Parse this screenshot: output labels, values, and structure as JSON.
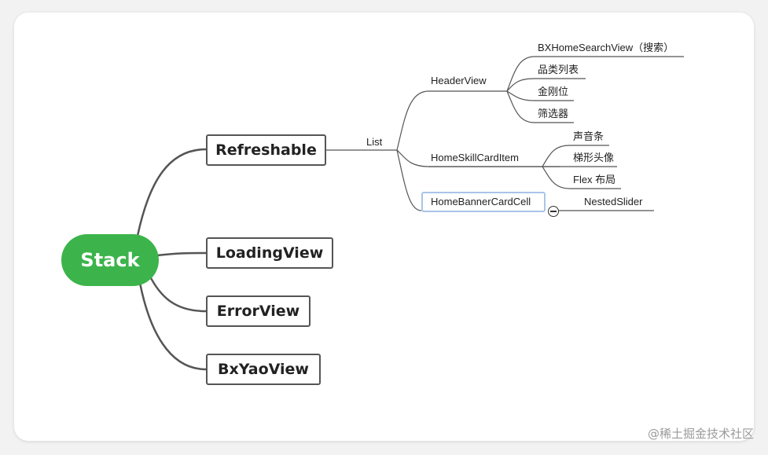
{
  "root": {
    "label": "Stack"
  },
  "branches": [
    {
      "label": "Refreshable"
    },
    {
      "label": "LoadingView"
    },
    {
      "label": "ErrorView"
    },
    {
      "label": "BxYaoView"
    }
  ],
  "list": {
    "label": "List",
    "children": [
      {
        "label": "HeaderView",
        "children": [
          "BXHomeSearchView（搜索）",
          "品类列表",
          "金刚位",
          "筛选器"
        ]
      },
      {
        "label": "HomeSkillCardItem",
        "children": [
          "声音条",
          "梯形头像",
          "Flex 布局"
        ]
      },
      {
        "label": "HomeBannerCardCell",
        "selected": true,
        "collapsed_indicator": "minus-circle-icon",
        "children": [
          "NestedSlider"
        ]
      }
    ]
  },
  "watermark": "@稀土掘金技术社区",
  "colors": {
    "root_fill": "#3cb44b",
    "selection_border": "#a9c4e8",
    "line": "#555555"
  }
}
